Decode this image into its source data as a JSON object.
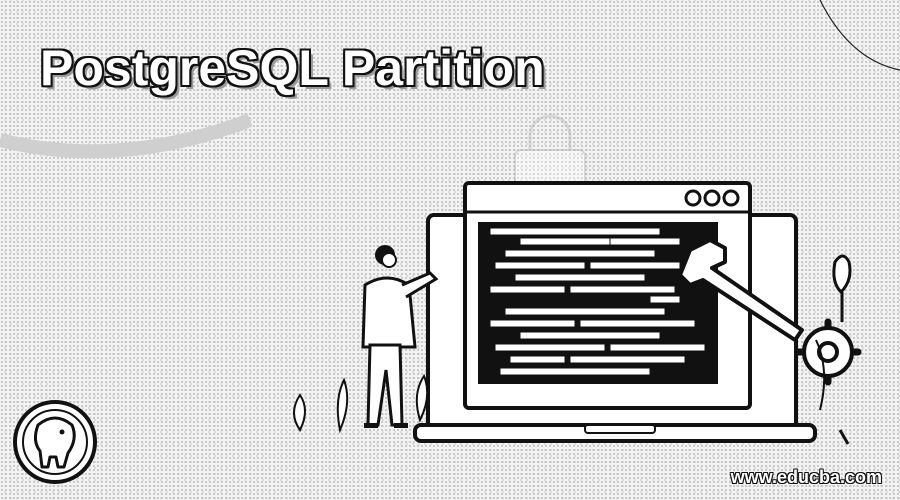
{
  "banner": {
    "title": "PostgreSQL Partition",
    "website": "www.educba.com"
  },
  "icons": [
    "postgresql-elephant-logo-icon",
    "laptop-icon",
    "wrench-icon",
    "gear-icon",
    "developer-person-illustration"
  ],
  "colors": {
    "outline": "#111111",
    "background_dots": "#bdbdbd",
    "fill": "#ffffff"
  }
}
